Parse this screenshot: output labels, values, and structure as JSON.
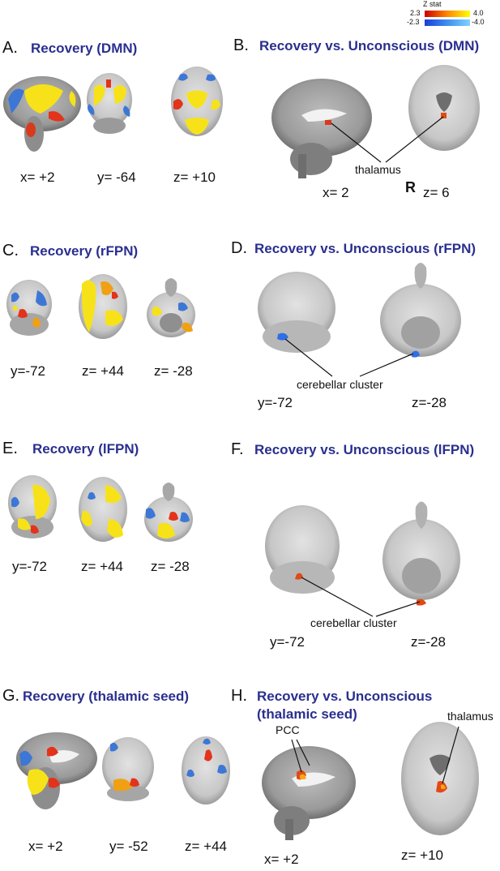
{
  "legend": {
    "title": "Z stat",
    "pos_min": "2.3",
    "pos_max": "4.0",
    "neg_min": "-2.3",
    "neg_max": "-4.0",
    "pos_start": "#cc0000",
    "pos_end": "#ffff00",
    "neg_start": "#1a3fd6",
    "neg_end": "#7fd3ff"
  },
  "panels": {
    "A": {
      "letter": "A.",
      "title": "Recovery (DMN)",
      "coords": [
        "x= +2",
        "y= -64",
        "z= +10"
      ]
    },
    "B": {
      "letter": "B.",
      "title": "Recovery vs. Unconscious (DMN)",
      "coords": [
        "x= 2",
        "z= 6"
      ],
      "annotation": "thalamus",
      "side_marker": "R"
    },
    "C": {
      "letter": "C.",
      "title": "Recovery (rFPN)",
      "coords": [
        "y=-72",
        "z= +44",
        "z= -28"
      ]
    },
    "D": {
      "letter": "D.",
      "title": "Recovery vs. Unconscious (rFPN)",
      "coords": [
        "y=-72",
        "z=-28"
      ],
      "annotation": "cerebellar cluster"
    },
    "E": {
      "letter": "E.",
      "title": "Recovery (lFPN)",
      "coords": [
        "y=-72",
        "z= +44",
        "z= -28"
      ]
    },
    "F": {
      "letter": "F.",
      "title": "Recovery vs. Unconscious (lFPN)",
      "coords": [
        "y=-72",
        "z=-28"
      ],
      "annotation": "cerebellar cluster"
    },
    "G": {
      "letter": "G.",
      "title": "Recovery (thalamic seed)",
      "coords": [
        "x= +2",
        "y= -52",
        "z= +44"
      ]
    },
    "H": {
      "letter": "H.",
      "title_line1": "Recovery vs. Unconscious",
      "title_line2": "(thalamic seed)",
      "coords": [
        "x= +2",
        "z= +10"
      ],
      "annotation_pcc": "PCC",
      "annotation_thal": "thalamus"
    }
  }
}
